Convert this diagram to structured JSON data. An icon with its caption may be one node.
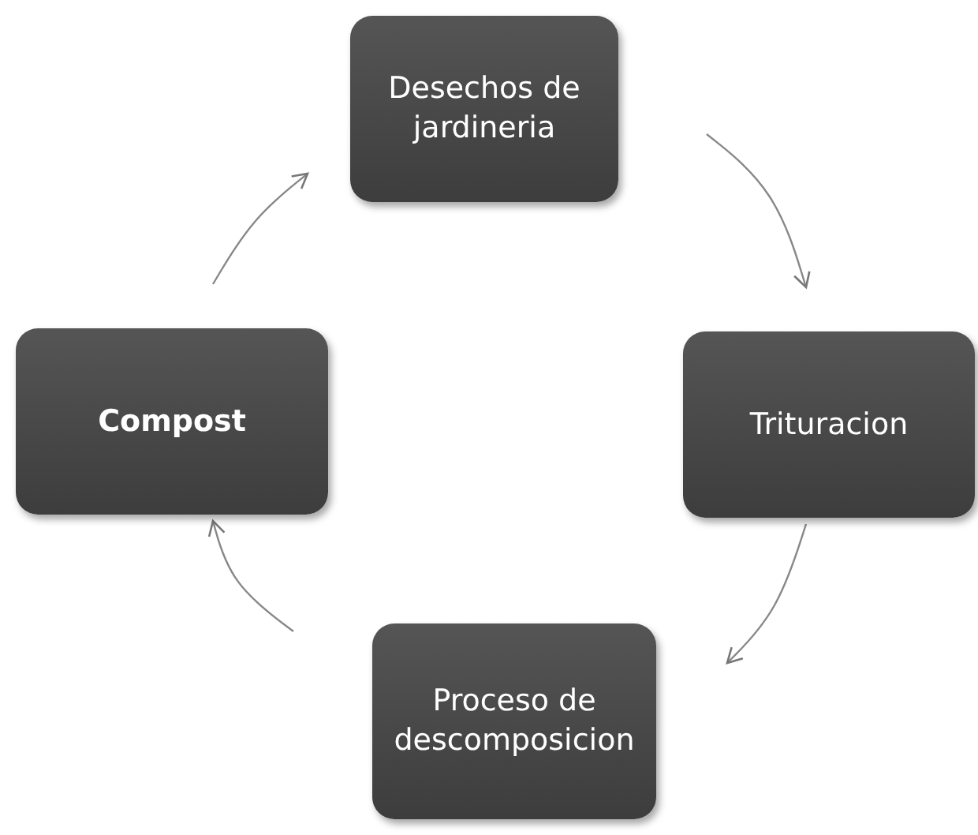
{
  "diagram": {
    "nodes": [
      {
        "text": [
          "Desechos de jardineria"
        ]
      },
      {
        "text": [
          "Trituracion"
        ]
      },
      {
        "text": [
          "Proceso de descomposicion"
        ]
      },
      {
        "text": [
          "Compost"
        ]
      }
    ],
    "edges": [
      {
        "from": 0,
        "to": 1,
        "arrow": "to"
      },
      {
        "from": 1,
        "to": 2,
        "arrow": "to"
      },
      {
        "from": 2,
        "to": 3,
        "arrow": "to"
      },
      {
        "from": 3,
        "to": 0,
        "arrow": "to"
      }
    ]
  }
}
